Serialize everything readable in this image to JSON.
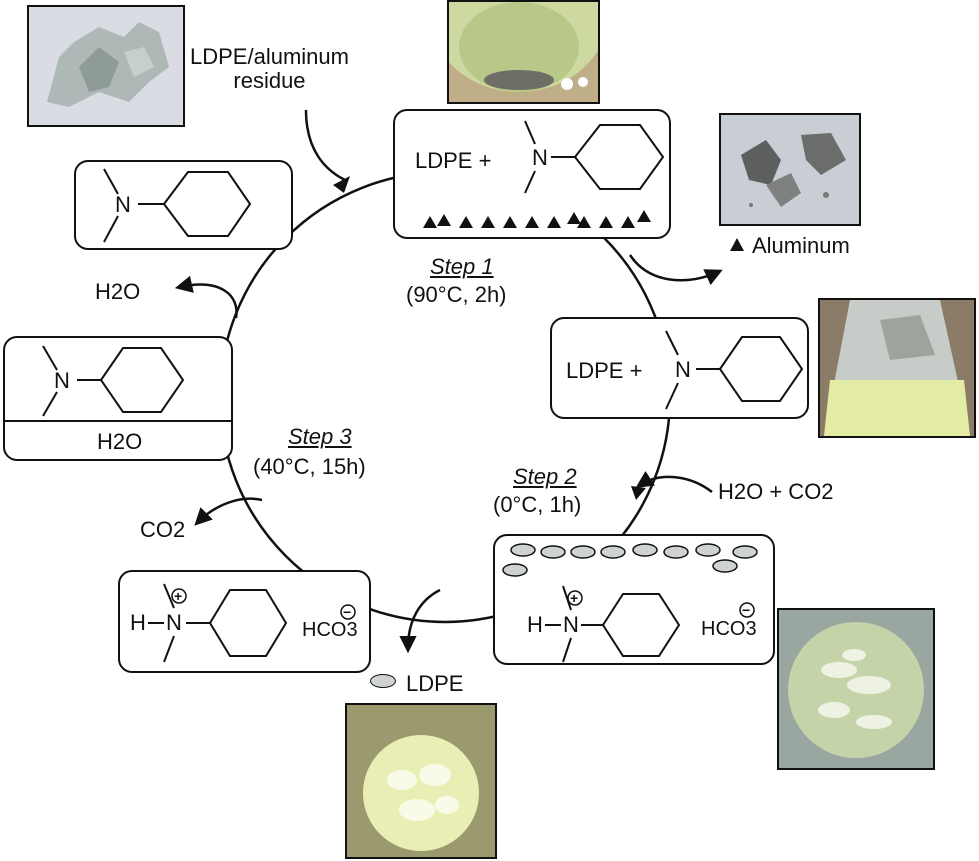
{
  "labels": {
    "residue": "LDPE/aluminum\nresidue",
    "step1": "Step 1",
    "step1_cond": "(90°C, 2h)",
    "step2": "Step 2",
    "step2_cond": "(0°C, 1h)",
    "step3": "Step 3",
    "step3_cond": "(40°C, 15h)",
    "aluminum": "Aluminum",
    "ldpe_out": "LDPE",
    "h2o_out": "H2O",
    "co2_out": "CO2",
    "h2o_co2_in": "H2O + CO2"
  },
  "boxes": {
    "top": {
      "prefix": "LDPE +"
    },
    "right": {
      "prefix": "LDPE +"
    },
    "left_water": {
      "text": "H2O"
    },
    "bicarbonate": {
      "amine_h": "H",
      "counterion": "HCO3",
      "cation_charge": "+",
      "anion_charge": "−"
    }
  },
  "atoms": {
    "nitrogen": "N"
  }
}
